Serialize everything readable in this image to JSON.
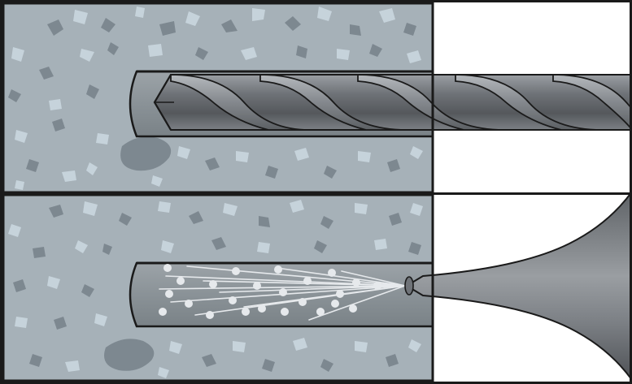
{
  "diagram": {
    "panels": [
      {
        "name": "drilling-panel",
        "tool": "twist-drill-bit",
        "icon": "drill-bit-icon"
      },
      {
        "name": "blowout-panel",
        "tool": "air-blower-nozzle",
        "icon": "blower-nozzle-icon"
      }
    ],
    "colors": {
      "concrete": "#a6b1b8",
      "aggregate_dark": "#7d8890",
      "aggregate_light": "#c6d3db",
      "bore_hole": "#8f979c",
      "steel_dark": "#4b4e52",
      "steel_mid": "#7a7e83",
      "steel_light": "#b9bdc1",
      "outline": "#1a1a1a",
      "background": "#ffffff",
      "dust": "#e6e9ec"
    }
  }
}
